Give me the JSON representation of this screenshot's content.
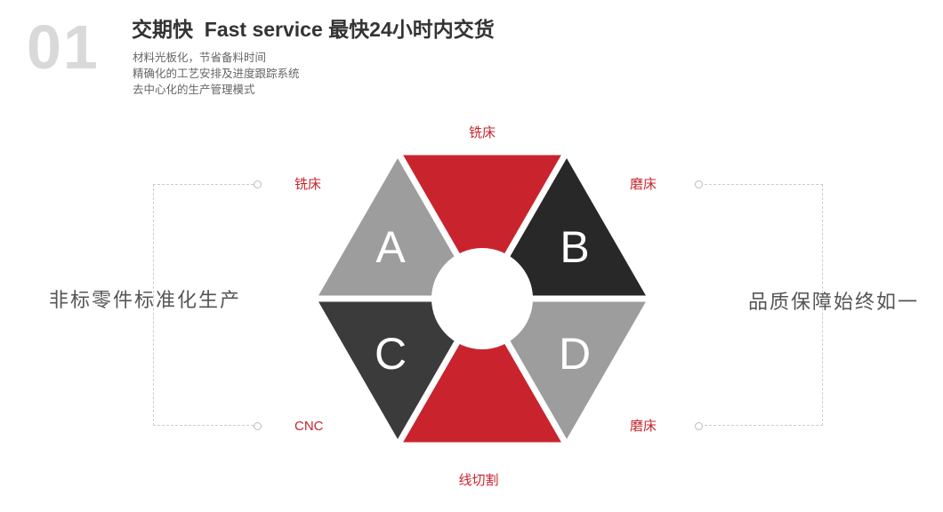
{
  "section": {
    "number": "01",
    "title": "交期快  Fast service 最快24小时内交货",
    "bullets": [
      "材料光板化，节省备料时间",
      "精确化的工艺安排及进度跟踪系统",
      "去中心化的生产管理模式"
    ]
  },
  "diagram": {
    "segments": [
      {
        "id": "top",
        "letter": "",
        "color": "#c9242d"
      },
      {
        "id": "upper-right",
        "letter": "B",
        "color": "#282828"
      },
      {
        "id": "lower-right",
        "letter": "D",
        "color": "#9d9d9d"
      },
      {
        "id": "bottom",
        "letter": "",
        "color": "#c9242d"
      },
      {
        "id": "lower-left",
        "letter": "C",
        "color": "#3b3b3b"
      },
      {
        "id": "upper-left",
        "letter": "A",
        "color": "#9d9d9d"
      }
    ],
    "labels": {
      "top": "铣床",
      "upper_left": "铣床",
      "upper_right": "磨床",
      "lower_left": "CNC",
      "lower_right": "磨床",
      "bottom": "线切割"
    }
  },
  "side_text": {
    "left": "非标零件标准化生产",
    "right": "品质保障始终如一"
  },
  "colors": {
    "accent_red": "#c9242d",
    "dark": "#282828",
    "gray": "#9d9d9d",
    "number_gray": "#d9d9d9",
    "dashed_line": "#cccccc"
  }
}
